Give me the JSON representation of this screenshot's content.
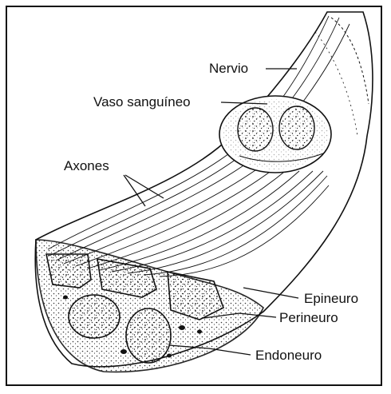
{
  "labels": {
    "nervio": "Nervio",
    "vaso": "Vaso sanguíneo",
    "axones": "Axones",
    "epineuro": "Epineuro",
    "perineuro": "Perineuro",
    "endoneuro": "Endoneuro"
  },
  "colors": {
    "ink": "#111111",
    "background": "#ffffff"
  }
}
